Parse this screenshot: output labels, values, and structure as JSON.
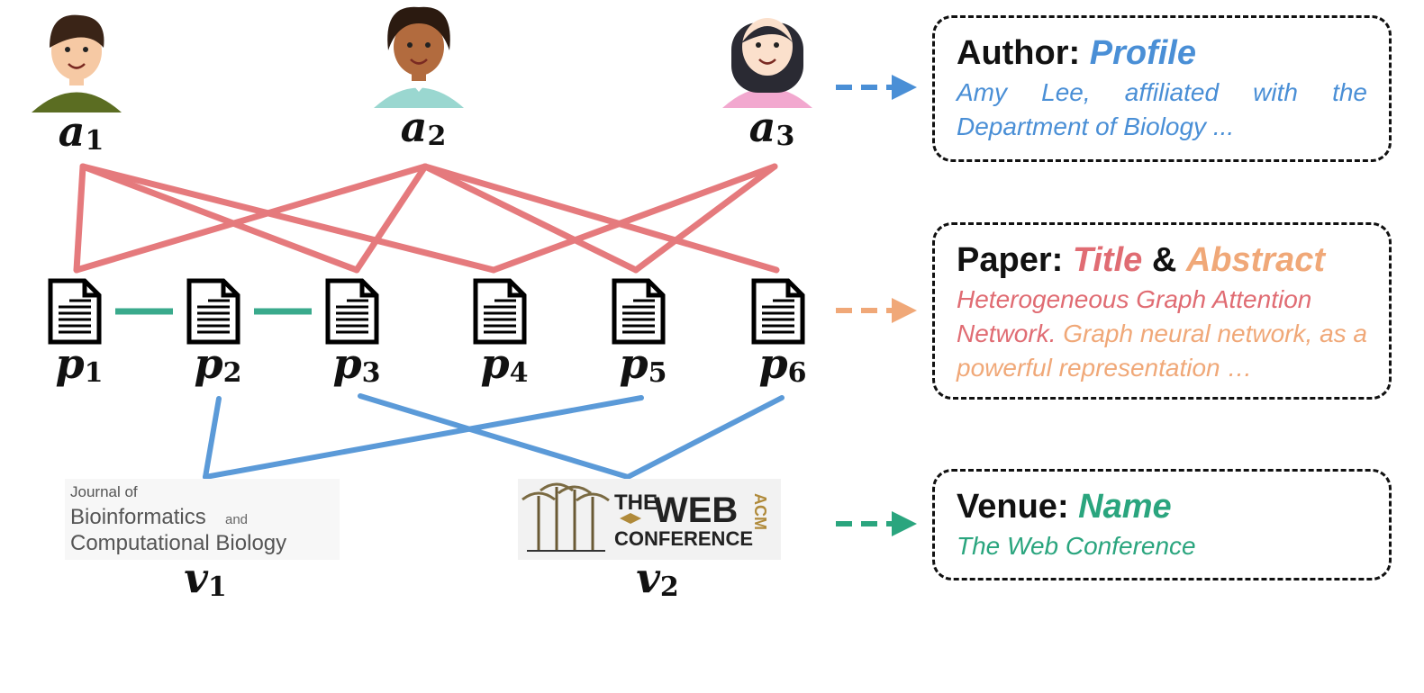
{
  "colors": {
    "author_edge": "#e57a7d",
    "venue_edge": "#5b9ad8",
    "paper_edge": "#3aaa8c",
    "profile": "#4a8fd6",
    "title": "#e06c73",
    "abstract": "#f0a878",
    "name": "#2aa57e"
  },
  "authors": [
    {
      "id": "a1",
      "base": "a",
      "sub": "1"
    },
    {
      "id": "a2",
      "base": "a",
      "sub": "2"
    },
    {
      "id": "a3",
      "base": "a",
      "sub": "3"
    }
  ],
  "papers": [
    {
      "id": "p1",
      "base": "p",
      "sub": "1"
    },
    {
      "id": "p2",
      "base": "p",
      "sub": "2"
    },
    {
      "id": "p3",
      "base": "p",
      "sub": "3"
    },
    {
      "id": "p4",
      "base": "p",
      "sub": "4"
    },
    {
      "id": "p5",
      "base": "p",
      "sub": "5"
    },
    {
      "id": "p6",
      "base": "p",
      "sub": "6"
    }
  ],
  "venues": [
    {
      "id": "v1",
      "base": "v",
      "sub": "1",
      "logo_lines": [
        "Journal of",
        "Bioinformatics",
        "and",
        "Computational Biology"
      ]
    },
    {
      "id": "v2",
      "base": "v",
      "sub": "2",
      "logo_lines": [
        "THE",
        "WEB",
        "CONFERENCE",
        "ACM"
      ]
    }
  ],
  "edges": {
    "author_paper": [
      [
        "a1",
        "p1"
      ],
      [
        "a1",
        "p3"
      ],
      [
        "a1",
        "p4"
      ],
      [
        "a2",
        "p1"
      ],
      [
        "a2",
        "p3"
      ],
      [
        "a2",
        "p5"
      ],
      [
        "a2",
        "p6"
      ],
      [
        "a3",
        "p4"
      ],
      [
        "a3",
        "p5"
      ]
    ],
    "paper_paper": [
      [
        "p1",
        "p2"
      ],
      [
        "p2",
        "p3"
      ]
    ],
    "paper_venue": [
      [
        "p2",
        "v1"
      ],
      [
        "p5",
        "v1"
      ],
      [
        "p3",
        "v2"
      ],
      [
        "p6",
        "v2"
      ]
    ]
  },
  "boxes": {
    "author": {
      "head": "Author:",
      "key": "Profile",
      "body": "Amy Lee, affiliated with the Department of Biology ..."
    },
    "paper": {
      "head": "Paper:",
      "key1": "Title",
      "amp": "&",
      "key2": "Abstract",
      "body_title": "Heterogeneous Graph Attention Network.",
      "body_abstract": "Graph neural network, as a powerful representation …"
    },
    "venue": {
      "head": "Venue:",
      "key": "Name",
      "body": "The Web Conference"
    }
  }
}
